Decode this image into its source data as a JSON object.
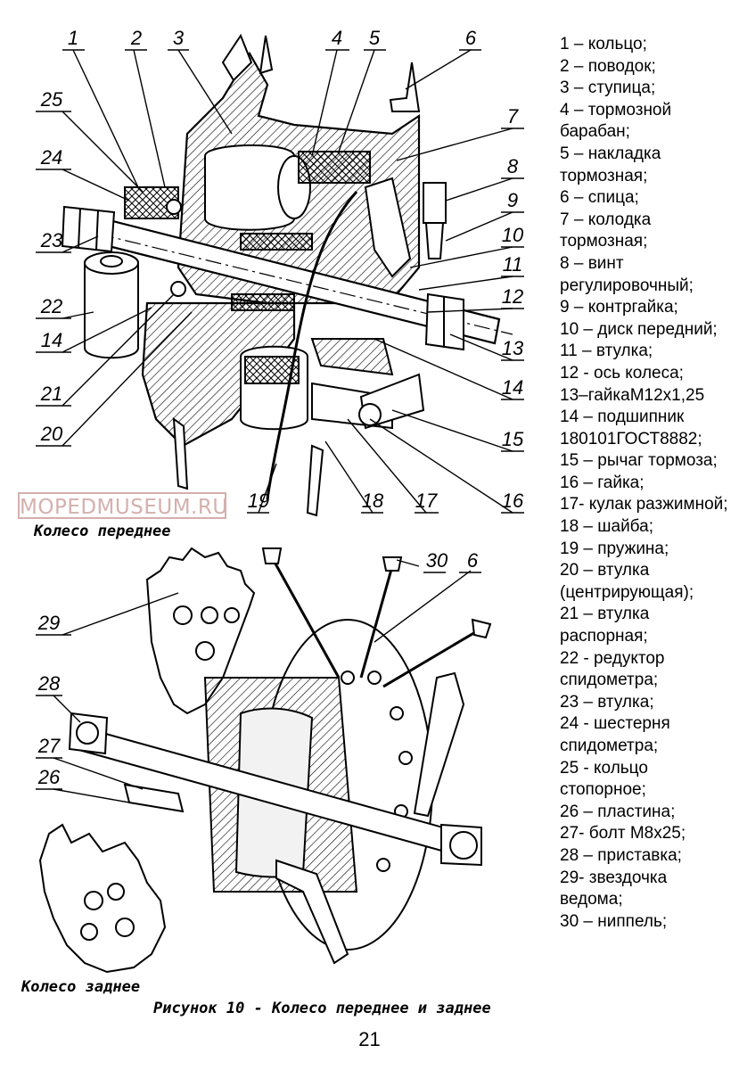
{
  "callouts_front": [
    "1",
    "2",
    "3",
    "4",
    "5",
    "6",
    "7",
    "8",
    "9",
    "10",
    "11",
    "12",
    "13",
    "14",
    "14",
    "15",
    "16",
    "17",
    "18",
    "19",
    "20",
    "21",
    "22",
    "23",
    "24",
    "25"
  ],
  "callouts_rear": [
    "30",
    "6",
    "29",
    "28",
    "27",
    "26"
  ],
  "watermark": "MOPEDMUSEUM.RU",
  "caption_front": "Колесо переднее",
  "caption_rear": "Колесо заднее",
  "figure_caption": "Рисунок 10 - Колесо переднее и заднее",
  "legend": [
    "1 – кольцо;",
    "2 – поводок;",
    "3 – ступица;",
    "4 – тормозной барабан;",
    "5 – накладка тормозная;",
    "6 – спица;",
    "7 – колодка тормозная;",
    "8 – винт регулировочный;",
    "9 – контргайка;",
    "10 – диск передний;",
    "11 – втулка;",
    "12 - ось колеса;",
    "13–гайкаМ12х1,25",
    "14 – подшипник 180101ГОСТ8882;",
    "15 – рычаг тормоза;",
    "16 – гайка;",
    "17- кулак разжимной;",
    "18 – шайба;",
    "19 – пружина;",
    "20 – втулка (центрирующая);",
    "21 – втулка распорная;",
    "22 - редуктор спидометра;",
    "23 – втулка;",
    "24 - шестерня спидометра;",
    "25 - кольцо стопорное;",
    "26 – пластина;",
    "27- болт М8х25;",
    "28 – приставка;",
    "29- звездочка ведома;",
    "30 – ниппель;"
  ],
  "page_number": "21"
}
